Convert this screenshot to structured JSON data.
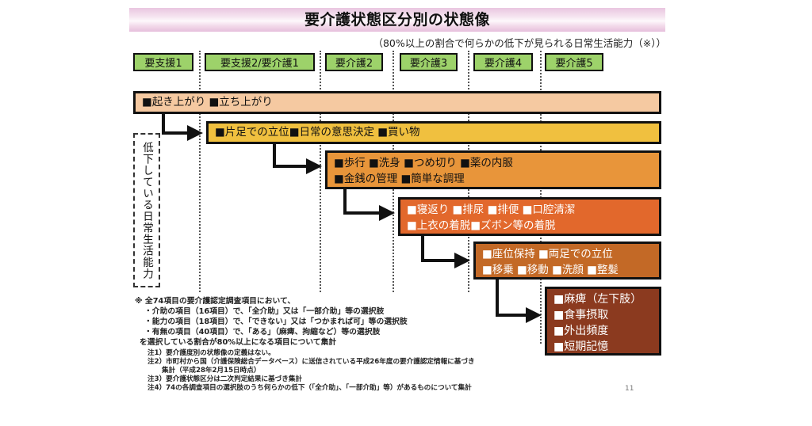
{
  "title": "要介護状態区分別の状態像",
  "subtitle": "（80%以上の割合で何らかの低下が見られる日常生活能力（※））",
  "levels": [
    "要支援1",
    "要支援2/要介護1",
    "要介護2",
    "要介護3",
    "要介護4",
    "要介護5"
  ],
  "side_label": "低下している日常生活能力",
  "stages": [
    {
      "color": "#f5c9a1",
      "lines": [
        "■起き上がり ■立ち上がり"
      ]
    },
    {
      "color": "#f0c03f",
      "lines": [
        "■片足での立位■日常の意思決定 ■買い物"
      ]
    },
    {
      "color": "#e8953a",
      "lines": [
        "■歩行 ■洗身 ■つめ切り ■薬の内服",
        "■金銭の管理 ■簡単な調理"
      ]
    },
    {
      "color": "#e2682c",
      "lines": [
        "■寝返り ■排尿 ■排便 ■口腔清潔",
        "■上衣の着脱■ズボン等の着脱"
      ]
    },
    {
      "color": "#c36926",
      "lines": [
        "■座位保持 ■両足での立位",
        "■移乗 ■移動 ■洗顔 ■整髪"
      ]
    },
    {
      "color": "#8b3a1f",
      "lines": [
        "■麻痺（左下肢）",
        "■食事摂取",
        "■外出頻度",
        "■短期記憶"
      ]
    }
  ],
  "footnote": {
    "intro": "※ 全74項目の要介護認定調査項目において、",
    "items": [
      "・介助の項目（16項目）で、「全介助」又は「一部介助」等の選択肢",
      "・能力の項目（18項目）で、「できない」又は「つかまれば可」等の選択肢",
      "・有無の項目（40項目）で、「ある」（麻痺、拘縮など）等の選択肢"
    ],
    "outro": "を選択している割合が80%以上になる項目について集計"
  },
  "notes": [
    "注1）要介護度別の状態像の定義はない。",
    "注2）市町村から国（介護保険総合データベース）に送信されている平成26年度の要介護認定情報に基づき",
    "集計（平成28年2月15日時点）",
    "注3）要介護状態区分は二次判定結果に基づき集計",
    "注4）74の各調査項目の選択肢のうち何らかの低下（「全介助」、「一部介助」等）があるものについて集計"
  ],
  "page_number": "11"
}
